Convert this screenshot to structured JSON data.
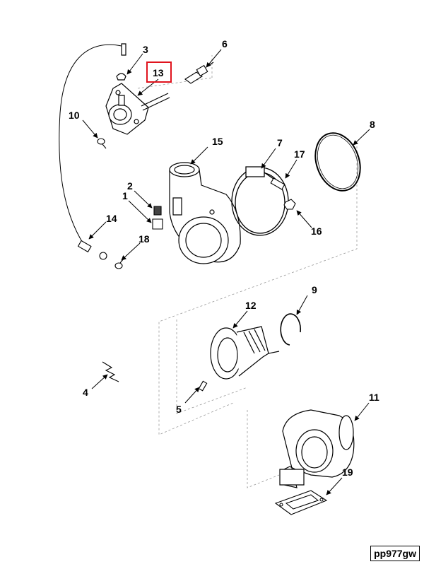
{
  "highlight_color": "#e0141e",
  "highlighted_callout": "13",
  "callouts": {
    "c1": "1",
    "c2": "2",
    "c3": "3",
    "c4": "4",
    "c5": "5",
    "c6": "6",
    "c7": "7",
    "c8": "8",
    "c9": "9",
    "c10": "10",
    "c11": "11",
    "c12": "12",
    "c13": "13",
    "c14": "14",
    "c15": "15",
    "c16": "16",
    "c17": "17",
    "c18": "18",
    "c19": "19"
  },
  "figure_code": "pp977gw"
}
